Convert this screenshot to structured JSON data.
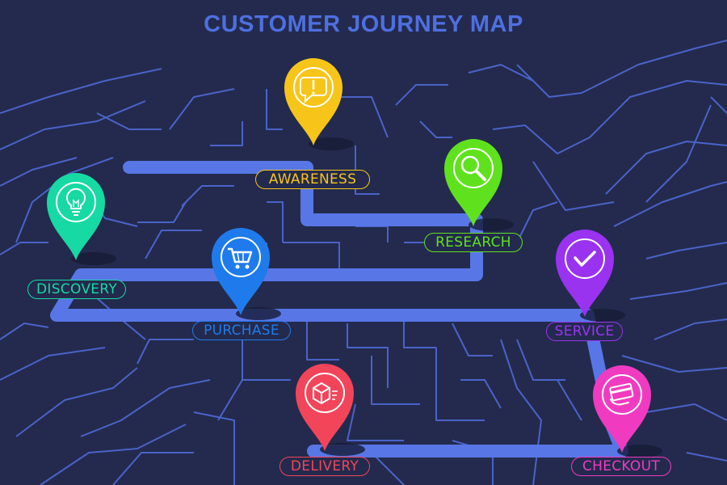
{
  "title": "CUSTOMER JOURNEY MAP",
  "colors": {
    "background": "#232a4d",
    "title": "#4e6fe0",
    "map_lines": "#4a63c8",
    "route": "#5876e6"
  },
  "stages": [
    {
      "id": "awareness",
      "label": "AWARENESS",
      "color": "#f7c51a",
      "icon": "alert-speech-bubble-icon"
    },
    {
      "id": "research",
      "label": "RESEARCH",
      "color": "#5fe21d",
      "icon": "magnifier-icon"
    },
    {
      "id": "discovery",
      "label": "DISCOVERY",
      "color": "#17d9a3",
      "icon": "light-bulb-icon"
    },
    {
      "id": "purchase",
      "label": "PURCHASE",
      "color": "#1f7bec",
      "icon": "shopping-cart-icon"
    },
    {
      "id": "service",
      "label": "SERVICE",
      "color": "#9933f0",
      "icon": "check-mark-icon"
    },
    {
      "id": "delivery",
      "label": "DELIVERY",
      "color": "#f2455a",
      "icon": "package-box-icon"
    },
    {
      "id": "checkout",
      "label": "CHECKOUT",
      "color": "#f03bc1",
      "icon": "credit-card-icon"
    }
  ]
}
